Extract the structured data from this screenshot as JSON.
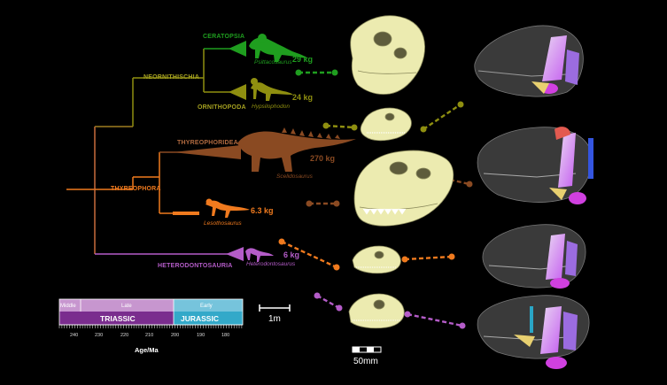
{
  "colors": {
    "ceratopsia": "#1f9e1f",
    "ornithopoda": "#8f8f10",
    "thyreophoridea": "#8a4a22",
    "thyreophora": "#f07a1e",
    "heterodontosauria": "#b45cc8",
    "skull": "#ecebb0",
    "triassic": "#7a2d8e",
    "triassic_light": "#c796cf",
    "jurassic": "#33a9c9",
    "jurassic_light": "#76c4dc"
  },
  "clades": {
    "ceratopsia": "CERATOPSIA",
    "neornithischia": "NEORNITHISCHIA",
    "ornithopoda": "ORNITHOPODA",
    "thyreophoridea": "THYREOPHORIDEA",
    "thyreophora": "THYREOPHORA",
    "heterodontosauria": "HETERODONTOSAURIA"
  },
  "taxa": [
    {
      "id": "psittacosaurus",
      "name": "Psittacosaurus",
      "mass": "29 kg"
    },
    {
      "id": "hypsilophodon",
      "name": "Hypsilophodon",
      "mass": "24 kg"
    },
    {
      "id": "scelidosaurus",
      "name": "Scelidosaurus",
      "mass": "270 kg"
    },
    {
      "id": "lesothosaurus",
      "name": "Lesothosaurus",
      "mass": "6.3 kg"
    },
    {
      "id": "heterodontosaurus",
      "name": "Heterodontosaurus",
      "mass": "6 kg"
    }
  ],
  "timescale": {
    "epochs": [
      "Middle",
      "Late",
      "Early"
    ],
    "periods": [
      "TRIASSIC",
      "JURASSIC"
    ],
    "ticks": [
      "240",
      "230",
      "220",
      "210",
      "200",
      "190",
      "180"
    ],
    "axis_label": "Age/Ma"
  },
  "scalebars": {
    "body": "1m",
    "skull": "50mm"
  }
}
